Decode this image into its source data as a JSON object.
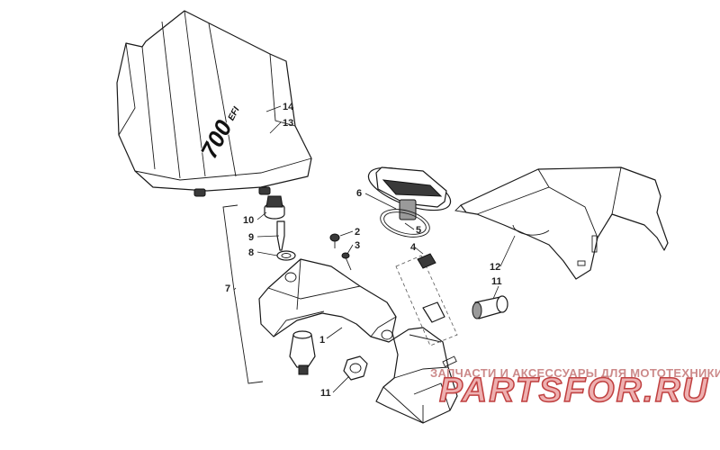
{
  "diagram": {
    "callouts": [
      {
        "id": "1",
        "label": "1"
      },
      {
        "id": "2",
        "label": "2"
      },
      {
        "id": "3",
        "label": "3"
      },
      {
        "id": "4",
        "label": "4"
      },
      {
        "id": "5",
        "label": "5"
      },
      {
        "id": "6",
        "label": "6"
      },
      {
        "id": "7",
        "label": "7"
      },
      {
        "id": "8",
        "label": "8"
      },
      {
        "id": "9",
        "label": "9"
      },
      {
        "id": "10",
        "label": "10"
      },
      {
        "id": "11a",
        "label": "11"
      },
      {
        "id": "11b",
        "label": "11"
      },
      {
        "id": "12",
        "label": "12"
      },
      {
        "id": "13",
        "label": "13"
      },
      {
        "id": "14",
        "label": "14"
      }
    ],
    "windshield_logo": "700",
    "windshield_logo_suffix": "EFI"
  },
  "watermark": {
    "caption": "ЗАПЧАСТИ И АКСЕССУАРЫ ДЛЯ МОТОТЕХНИКИ",
    "brand": "PARTSFOR.RU"
  }
}
